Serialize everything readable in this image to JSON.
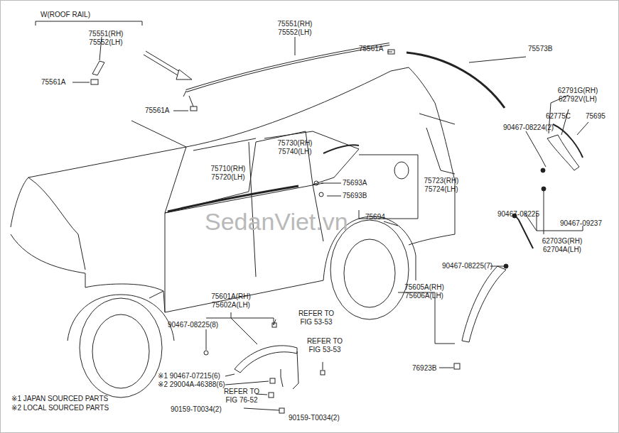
{
  "diagram": {
    "labels": [
      "W(ROOF RAIL)",
      "75551(RH) 75552(LH)",
      "75561A",
      "75551(RH) 75552(LH)",
      "75561A",
      "75573B",
      "75561A",
      "62791G(RH) 62792V(LH)",
      "62775C",
      "75695",
      "90467-08224(2)",
      "75730(RH) 75740(LH)",
      "75710(RH) 75720(LH)",
      "75693A",
      "75723(RH) 75724(LH)",
      "75693B",
      "75694",
      "SedanViet.vn",
      "90467-08225",
      "90467-09237",
      "62703G(RH) 62704A(LH)",
      "90467-08225(7)",
      "75605A(RH) 75606A(LH)",
      "75601A(RH) 75602A(LH)",
      "90467-08225(8)",
      "REFER TO FIG 53-53",
      "REFER TO FIG 53-53",
      "※1 90467-07215(6)",
      "※2 29004A-46388(6)",
      "REFER TO FIG 76-52",
      "90159-T0034(2)",
      "90159-T0034(2)",
      "76923B",
      "※1 JAPAN SOURCED PARTS",
      "※2 LOCAL SOURCED PARTS"
    ]
  }
}
